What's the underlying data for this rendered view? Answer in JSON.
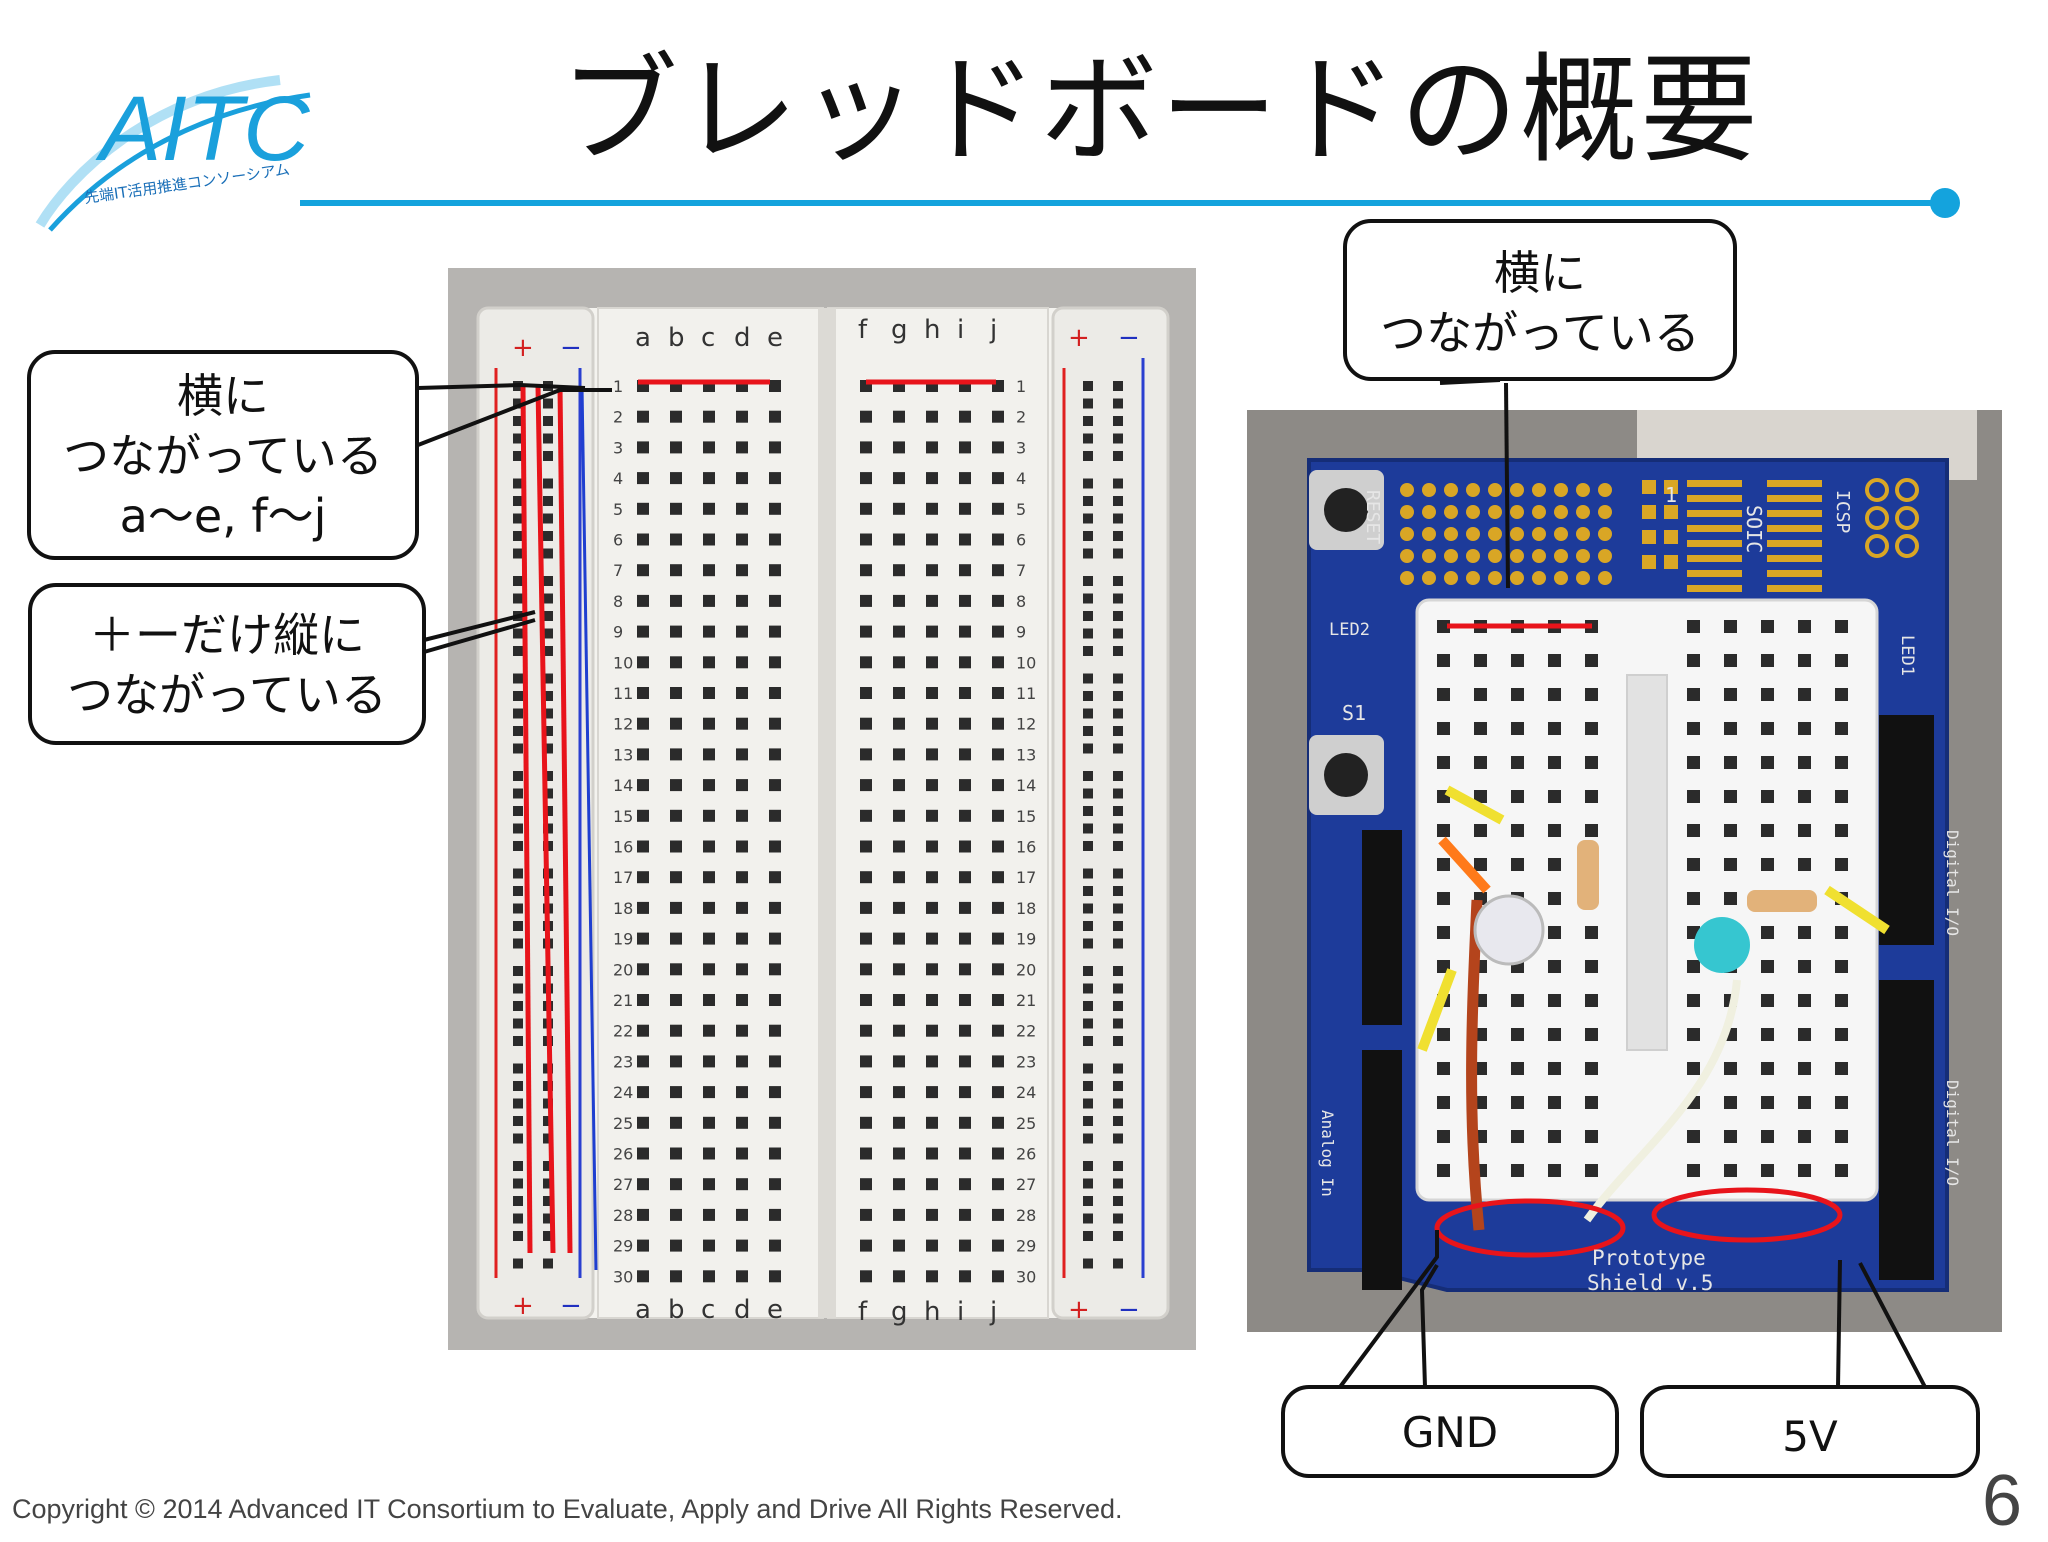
{
  "logo": {
    "brand": "AITC",
    "tagline": "先端IT活用推進コンソーシアム"
  },
  "title": "ブレッドボードの概要",
  "board1": {
    "cols_left": [
      "a",
      "b",
      "c",
      "d",
      "e"
    ],
    "cols_right": [
      "f",
      "g",
      "h",
      "i",
      "j"
    ],
    "rows": [
      "1",
      "2",
      "3",
      "4",
      "5",
      "6",
      "7",
      "8",
      "9",
      "10",
      "11",
      "12",
      "13",
      "14",
      "15",
      "16",
      "17",
      "18",
      "19",
      "20",
      "21",
      "22",
      "23",
      "24",
      "25",
      "26",
      "27",
      "28",
      "29",
      "30"
    ],
    "rail_plus": "+",
    "rail_minus": "−"
  },
  "board2": {
    "labels": [
      "RESET",
      "SOIC",
      "ICSP",
      "LED2",
      "LED1",
      "S1",
      "Digital I/O",
      "Analog In",
      "Prototype",
      "Shield v.5",
      "1"
    ]
  },
  "callouts": {
    "horizontal_1": [
      "横に",
      "つながっている",
      "a〜e, f〜j"
    ],
    "vertical": [
      "＋ーだけ縦に",
      "つながっている"
    ],
    "horizontal_2": [
      "横に",
      "つながっている"
    ],
    "gnd": "GND",
    "v5": "5V"
  },
  "footer": {
    "copyright": "Copyright © 2014 Advanced IT Consortium to Evaluate, Apply and Drive All Rights Reserved.",
    "page": "6"
  },
  "colors": {
    "accent": "#14a3dd",
    "logo_blue": "#1aa0dc",
    "red_line": "#e8141b",
    "blue_line": "#1f3fd0",
    "pcb_blue": "#1d3b9a"
  }
}
